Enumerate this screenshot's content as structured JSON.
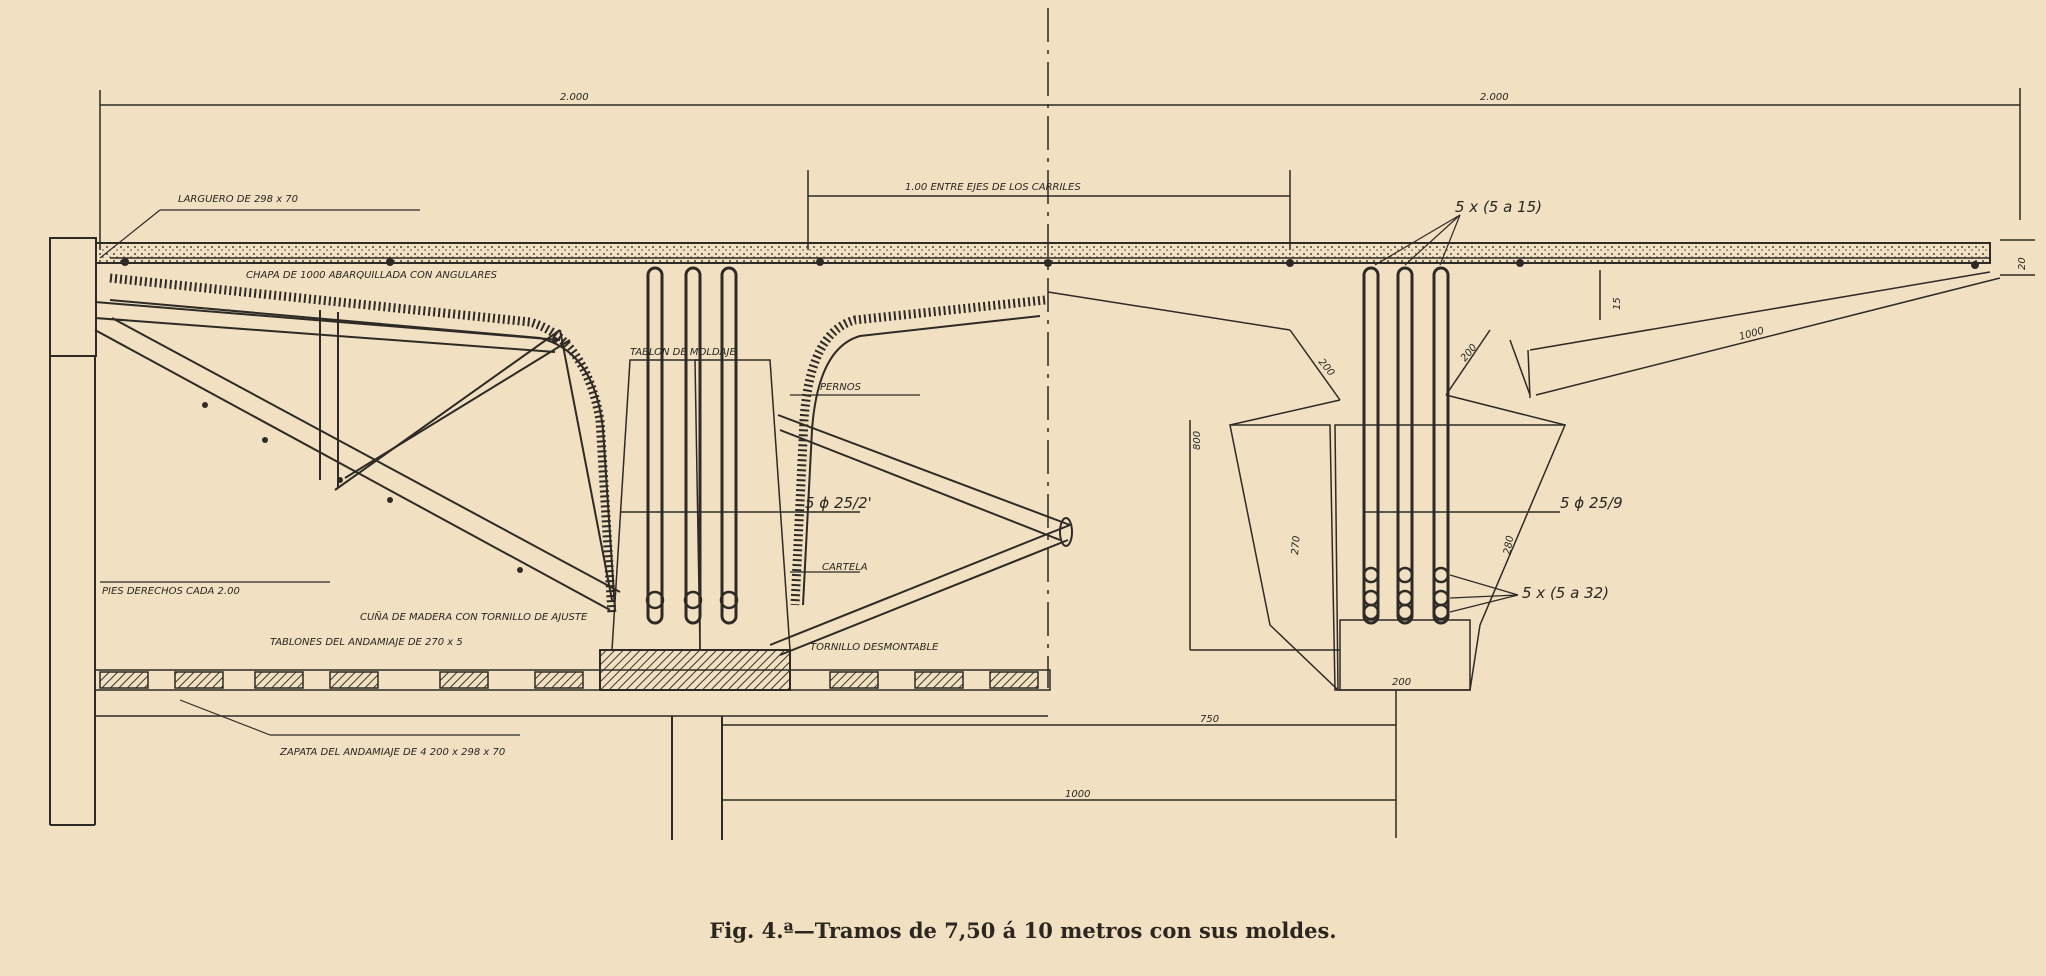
{
  "figure": {
    "caption": "Fig. 4.ª—Tramos de 7,50 á 10 metros con sus moldes."
  },
  "labels": {
    "dim_left_span": "2.000",
    "dim_right_span": "2.000",
    "rails": "1.00 ENTRE EJES DE LOS CARRILES",
    "larguero": "LARGUERO DE 298 x 70",
    "chapa": "CHAPA DE 1000 ABARQUILLADA CON ANGULARES",
    "tablon": "TABLON DE MOLDAJE",
    "pernos": "PERNOS",
    "left_bars": "5 ϕ 25/2'",
    "pies_derechos": "PIES DERECHOS CADA 2.00",
    "cuna": "CUÑA DE MADERA CON TORNILLO DE AJUSTE",
    "tablones": "TABLONES DEL ANDAMIAJE DE 270 x 5",
    "cartela": "CARTELA",
    "tornillo": "TORNILLO DESMONTABLE",
    "zapata": "ZAPATA DEL ANDAMIAJE DE 4 200 x 298 x 70",
    "stirrups_top": "5 x (5 a 15)",
    "right_bars": "5 ϕ 25/9",
    "stirrups_bottom": "5 x (5 a 32)",
    "dim_750": "750",
    "dim_1000": "1000",
    "dim_base": "200",
    "dim_slope": "1000",
    "dim_depth": "800",
    "dim_side": "270",
    "dim_haunch_l": "200",
    "dim_haunch_r": "200",
    "dim_web": "280",
    "dim_slab": "15",
    "dim_flange": "20"
  }
}
